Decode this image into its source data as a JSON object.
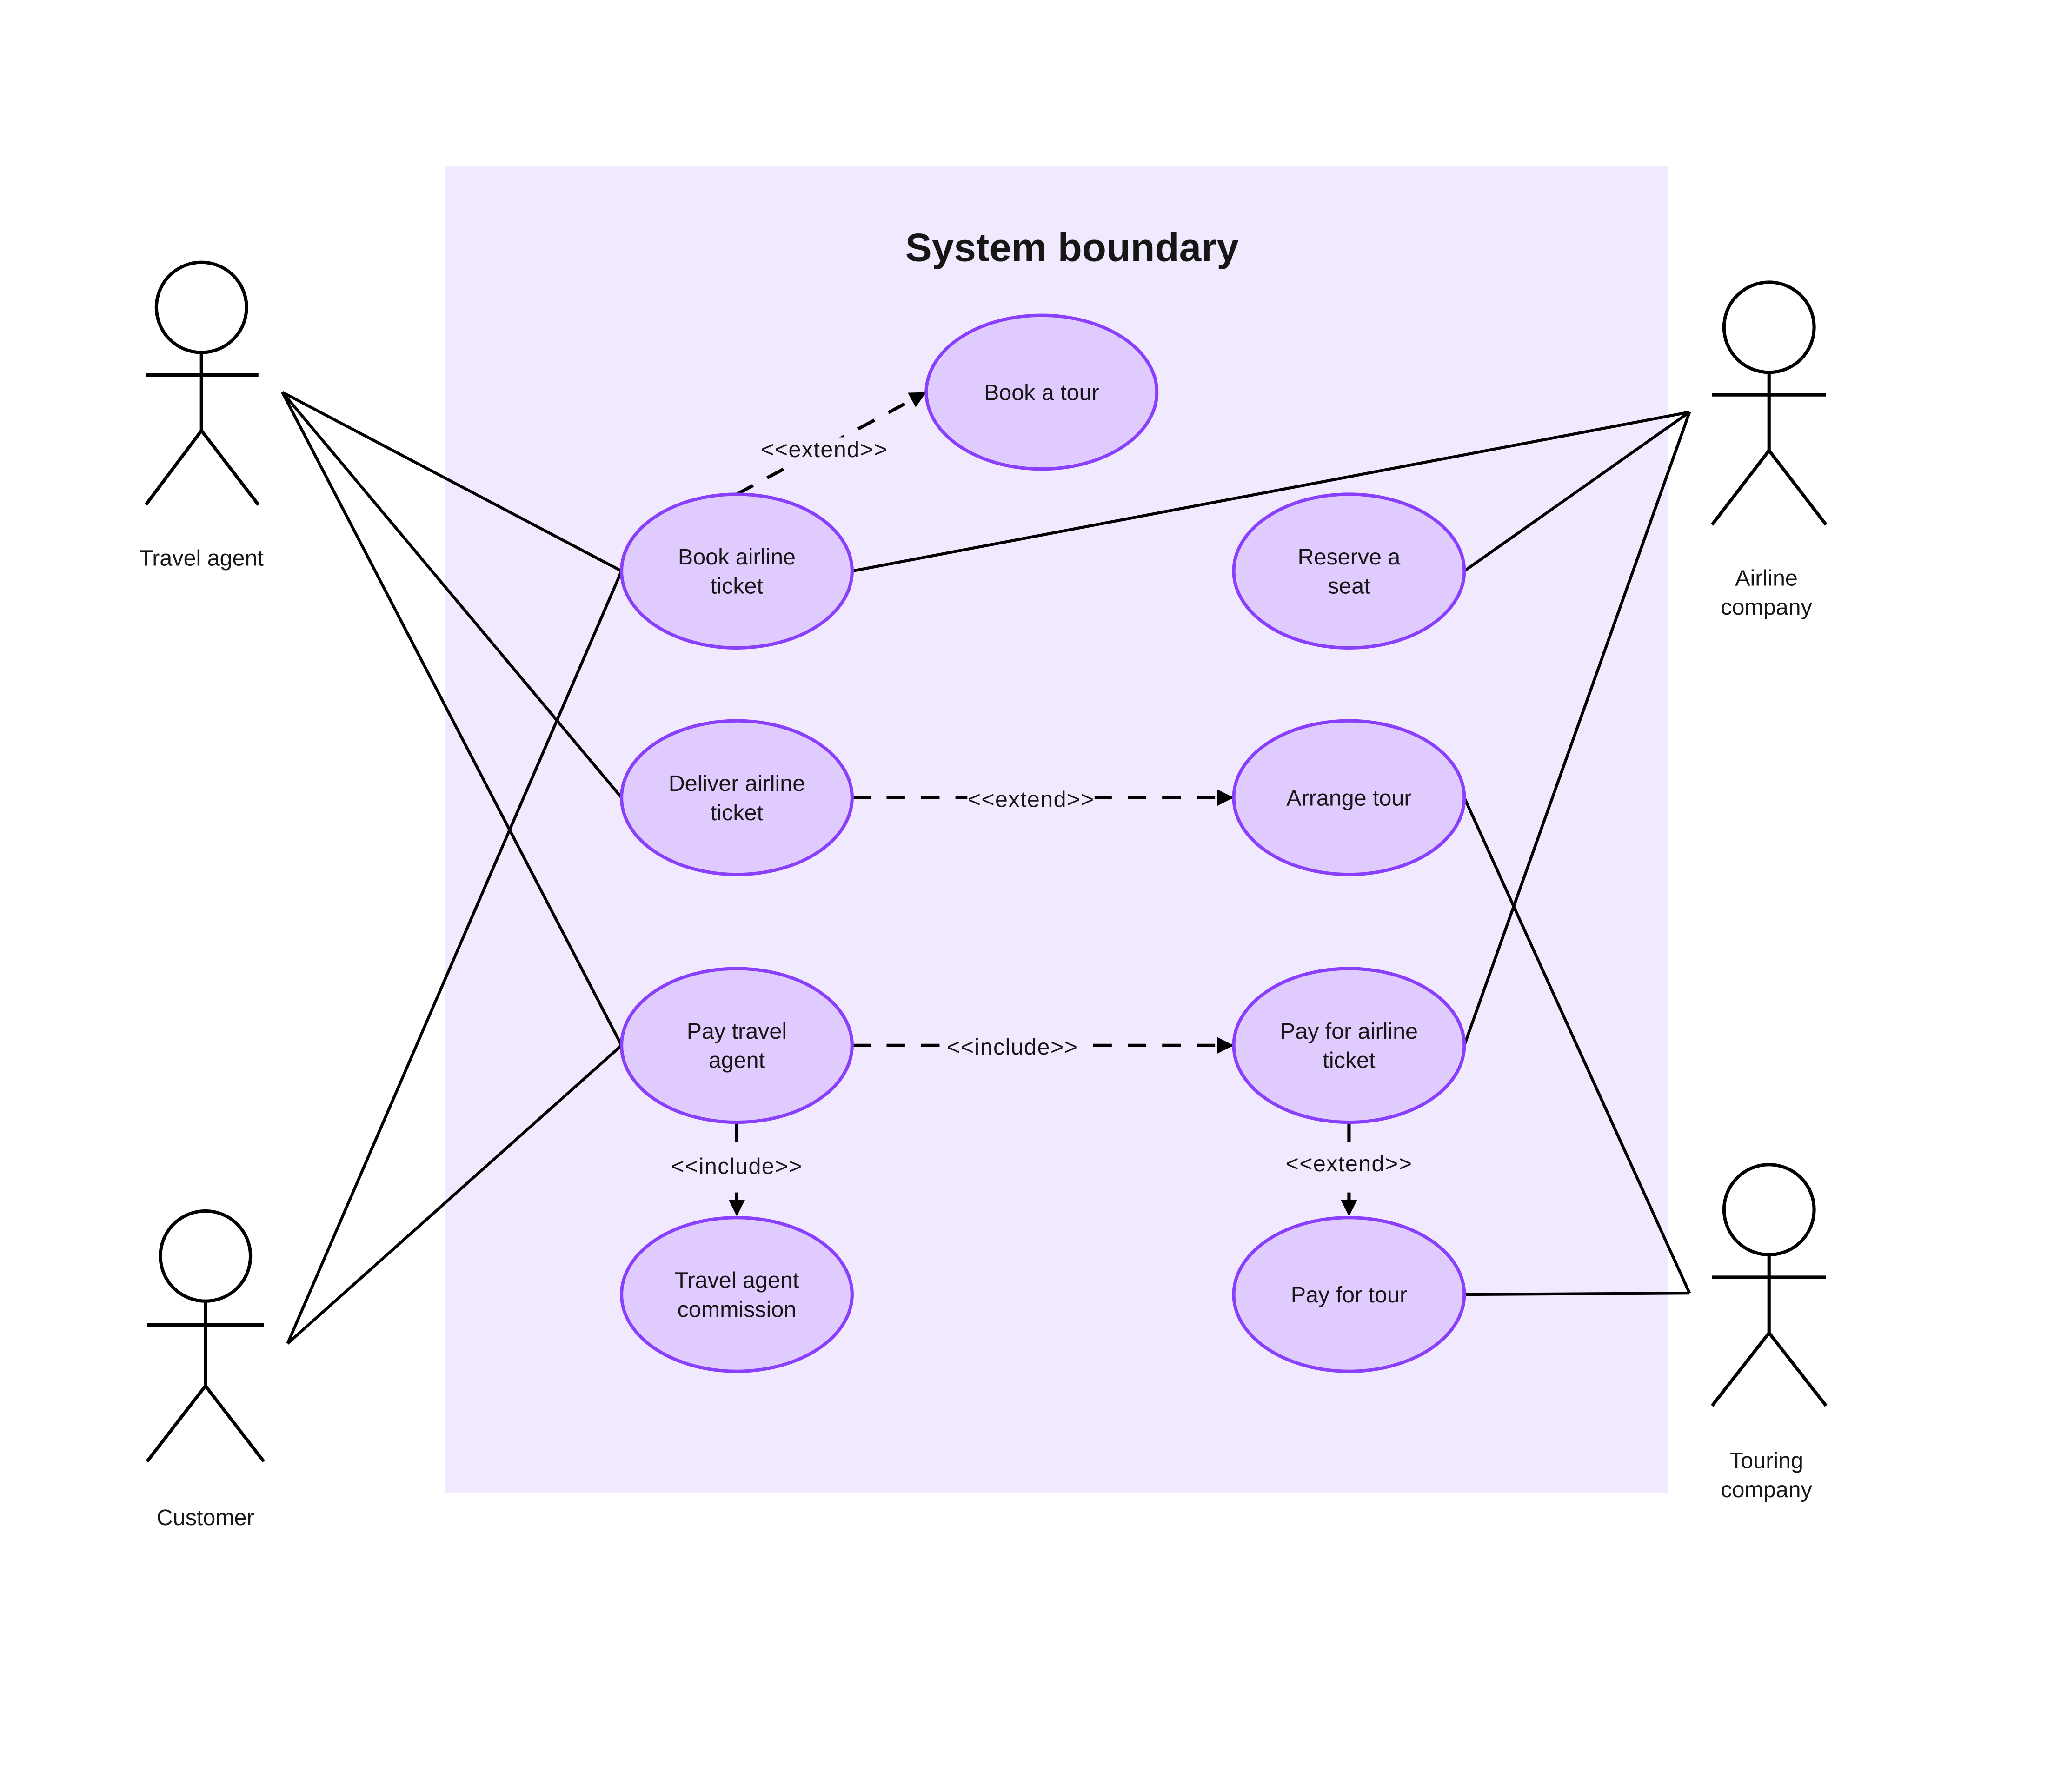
{
  "title": "System boundary",
  "colors": {
    "boundary": "#f1eafe",
    "usecase_fill": "#dfcbfd",
    "usecase_stroke": "#8a3ffc",
    "line": "#000000"
  },
  "actors": [
    {
      "id": "travel_agent",
      "label": [
        "Travel agent"
      ]
    },
    {
      "id": "customer",
      "label": [
        "Customer"
      ]
    },
    {
      "id": "airline",
      "label": [
        "Airline",
        "company"
      ]
    },
    {
      "id": "touring",
      "label": [
        "Touring",
        "company"
      ]
    }
  ],
  "use_cases": [
    {
      "id": "book_tour",
      "label": [
        "Book a tour"
      ]
    },
    {
      "id": "book_airline",
      "label": [
        "Book airline",
        "ticket"
      ]
    },
    {
      "id": "reserve_seat",
      "label": [
        "Reserve a",
        "seat"
      ]
    },
    {
      "id": "deliver_ticket",
      "label": [
        "Deliver airline",
        "ticket"
      ]
    },
    {
      "id": "arrange_tour",
      "label": [
        "Arrange tour"
      ]
    },
    {
      "id": "pay_agent",
      "label": [
        "Pay travel",
        "agent"
      ]
    },
    {
      "id": "pay_airline",
      "label": [
        "Pay for airline",
        "ticket"
      ]
    },
    {
      "id": "commission",
      "label": [
        "Travel agent",
        "commission"
      ]
    },
    {
      "id": "pay_tour",
      "label": [
        "Pay for tour"
      ]
    }
  ],
  "associations": [
    [
      "travel_agent",
      "book_airline"
    ],
    [
      "travel_agent",
      "deliver_ticket"
    ],
    [
      "travel_agent",
      "pay_agent"
    ],
    [
      "customer",
      "book_airline"
    ],
    [
      "customer",
      "pay_agent"
    ],
    [
      "airline",
      "book_airline"
    ],
    [
      "airline",
      "reserve_seat"
    ],
    [
      "airline",
      "pay_airline"
    ],
    [
      "touring",
      "arrange_tour"
    ],
    [
      "touring",
      "pay_tour"
    ]
  ],
  "relations": [
    {
      "from": "book_airline",
      "to": "book_tour",
      "label": "<<extend>>"
    },
    {
      "from": "deliver_ticket",
      "to": "arrange_tour",
      "label": "<<extend>>"
    },
    {
      "from": "pay_agent",
      "to": "pay_airline",
      "label": "<<include>>"
    },
    {
      "from": "pay_agent",
      "to": "commission",
      "label": "<<include>>"
    },
    {
      "from": "pay_airline",
      "to": "pay_tour",
      "label": "<<extend>>"
    }
  ]
}
